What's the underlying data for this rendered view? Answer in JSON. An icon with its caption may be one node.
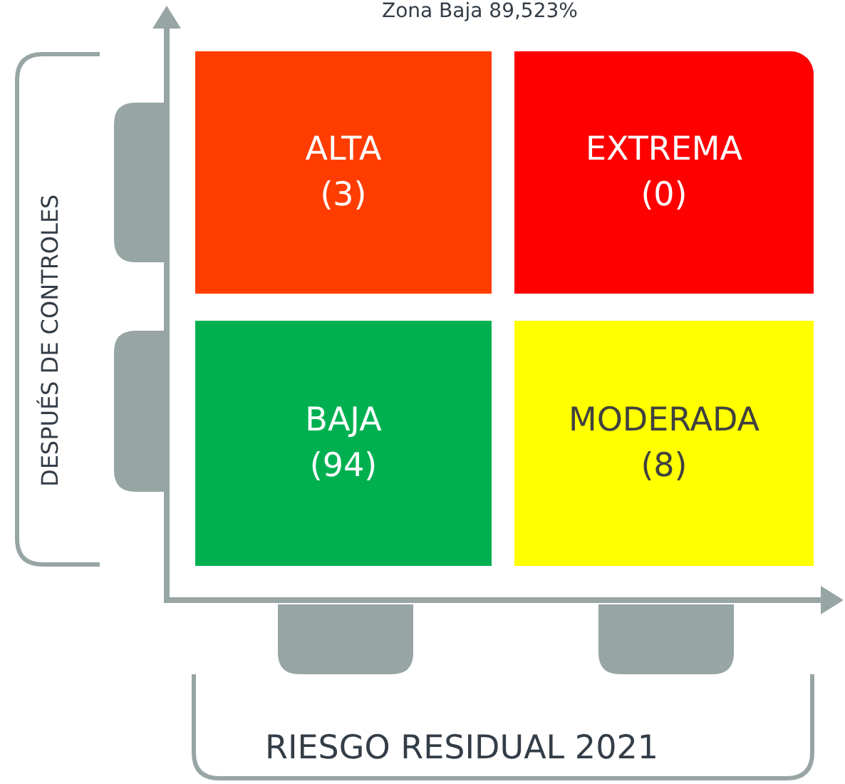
{
  "diagram": {
    "nodes": [
      {
        "text": [
          "ALTA",
          "(3)"
        ]
      },
      {
        "text": [
          "EXTREMA",
          "(0)"
        ]
      },
      {
        "text": [
          "BAJA",
          "(94)"
        ]
      },
      {
        "text": [
          "MODERADA",
          "(8)"
        ]
      }
    ],
    "labels": [
      "Zona Baja 89,523%",
      "DESPUÉS DE CONTROLES",
      "RIESGO RESIDUAL 2021"
    ]
  }
}
